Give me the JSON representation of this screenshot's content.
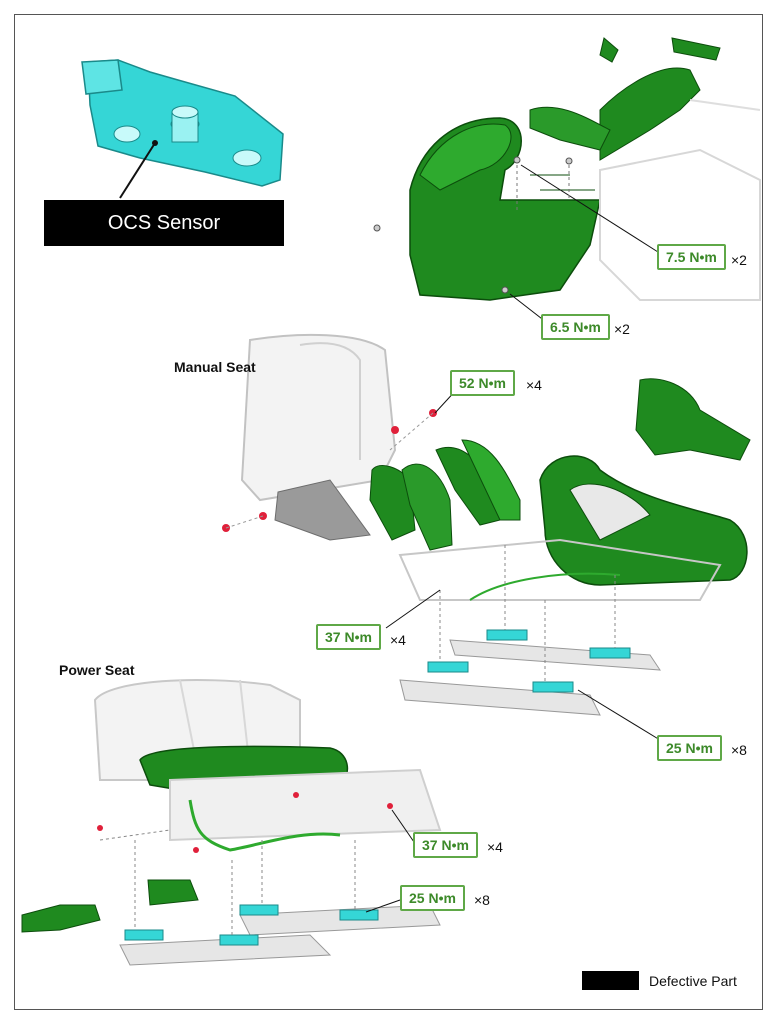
{
  "sensor": {
    "label": "OCS Sensor"
  },
  "sections": {
    "manual": "Manual Seat",
    "power": "Power Seat"
  },
  "torques": [
    {
      "value": "7.5 N•m",
      "qty": "×2"
    },
    {
      "value": "6.5 N•m",
      "qty": "×2"
    },
    {
      "value": "52 N•m",
      "qty": "×4"
    },
    {
      "value": "37 N•m",
      "qty": "×4"
    },
    {
      "value": "25 N•m",
      "qty": "×8"
    },
    {
      "value": "37 N•m",
      "qty": "×4"
    },
    {
      "value": "25 N•m",
      "qty": "×8"
    }
  ],
  "legend": {
    "label": "Defective Part"
  },
  "colors": {
    "part_green": "#1f8a1f",
    "sensor_cyan": "#35d6d6",
    "callout_border": "#5fa847",
    "fastener_red": "#e0203a"
  }
}
